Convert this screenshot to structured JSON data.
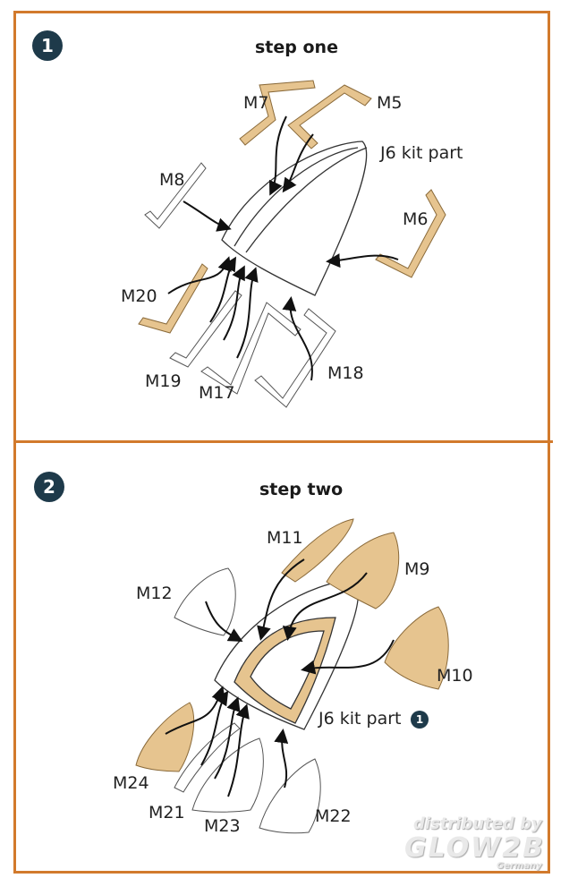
{
  "steps": [
    {
      "number": "1",
      "title": "step one",
      "labels": {
        "m7": "M7",
        "m5": "M5",
        "j6": "J6 kit part",
        "m8": "M8",
        "m6": "M6",
        "m20": "M20",
        "m19": "M19",
        "m17": "M17",
        "m18": "M18"
      }
    },
    {
      "number": "2",
      "title": "step two",
      "labels": {
        "m11": "M11",
        "m9": "M9",
        "m12": "M12",
        "m10": "M10",
        "j6": "J6 kit part",
        "j6_ref": "1",
        "m24": "M24",
        "m21": "M21",
        "m23": "M23",
        "m22": "M22"
      }
    }
  ],
  "watermark": {
    "line1": "distributed by",
    "line2": "GLOW2B",
    "line3": "Germany"
  },
  "colors": {
    "border": "#d27a2c",
    "mask": "#e6c48f",
    "badge": "#1e3a4a"
  }
}
